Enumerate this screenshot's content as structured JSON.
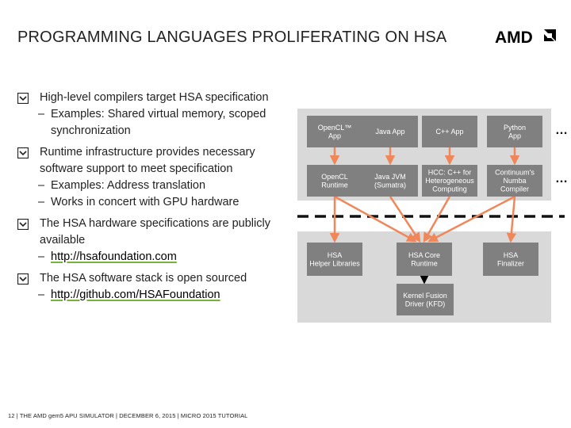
{
  "title": "PROGRAMMING LANGUAGES PROLIFERATING ON HSA",
  "logo_text": "AMD",
  "bullets": [
    {
      "text": "High-level compilers target HSA specification",
      "subs": [
        {
          "dash": "–",
          "text": "Examples: Shared virtual memory, scoped synchronization"
        }
      ]
    },
    {
      "text": "Runtime infrastructure provides necessary software support to meet specification",
      "subs": [
        {
          "dash": "–",
          "text": "Examples: Address translation"
        },
        {
          "dash": "–",
          "text": "Works in concert with GPU hardware"
        }
      ]
    },
    {
      "text": "The HSA hardware specifications are publicly available",
      "subs": [
        {
          "dash": "–",
          "link": "http://hsafoundation.com"
        }
      ]
    },
    {
      "text": "The HSA software stack is open sourced",
      "subs": [
        {
          "dash": "–",
          "link": "http://github.com/HSAFoundation"
        }
      ]
    }
  ],
  "diagram": {
    "apps": [
      {
        "lines": [
          "OpenCL™",
          "App"
        ]
      },
      {
        "lines": [
          "Java App"
        ]
      },
      {
        "lines": [
          "C++ App"
        ]
      },
      {
        "lines": [
          "Python",
          "App"
        ]
      }
    ],
    "compilers": [
      {
        "lines": [
          "OpenCL",
          "Runtime"
        ]
      },
      {
        "lines": [
          "Java JVM",
          "(Sumatra)"
        ]
      },
      {
        "lines": [
          "HCC: C++ for",
          "Heterogeneous",
          "Computing"
        ]
      },
      {
        "lines": [
          "Continuum's",
          "Numba",
          "Compiler"
        ]
      }
    ],
    "runtime": [
      {
        "lines": [
          "HSA",
          "Helper Libraries"
        ]
      },
      {
        "lines": [
          "HSA Core",
          "Runtime"
        ]
      },
      {
        "lines": [
          "HSA",
          "Finalizer"
        ]
      }
    ],
    "kernel": {
      "lines": [
        "Kernel Fusion",
        "Driver (KFD)"
      ]
    },
    "more": "…"
  },
  "footer": "12 | THE AMD gem5 APU SIMULATOR | DECEMBER 6, 2015 | MICRO 2015 TUTORIAL",
  "colors": {
    "box": "#808080",
    "arrow": "#f0875a",
    "panel": "#d9d9d9",
    "link_underline": "#7ab03e"
  }
}
